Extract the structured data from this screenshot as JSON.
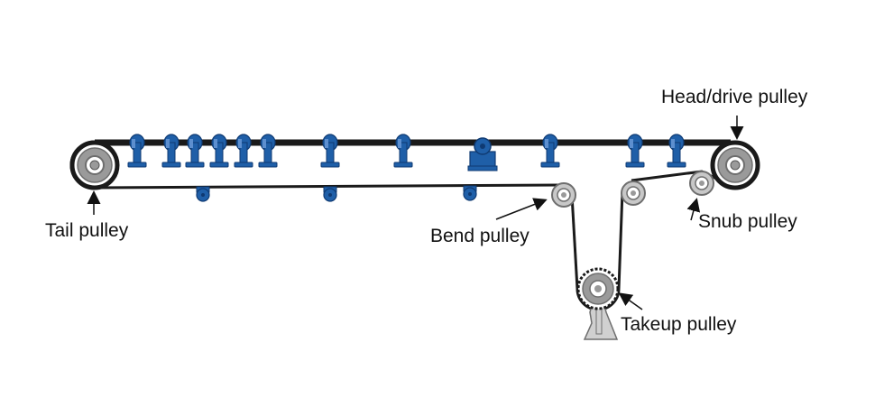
{
  "labels": {
    "head": "Head/drive pulley",
    "tail": "Tail pulley",
    "bend": "Bend pulley",
    "snub": "Snub pulley",
    "takeup": "Takeup pulley"
  },
  "colors": {
    "belt": "#1a1a1a",
    "idler": "#1f5fa8",
    "idler_dark": "#0f3a72",
    "pulley_fill": "#9a9a9a",
    "pulley_rim": "#6e6e6e",
    "arrow": "#111111"
  }
}
